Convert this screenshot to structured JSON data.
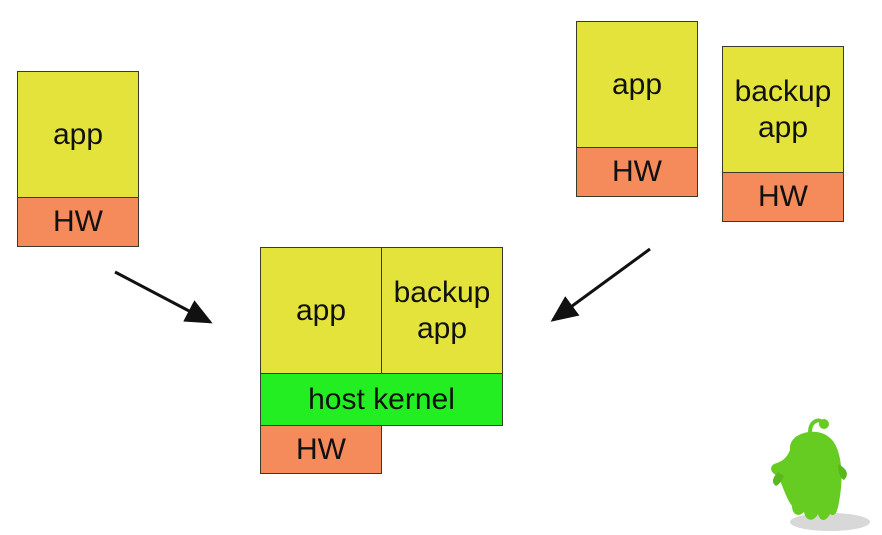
{
  "left_stack": {
    "app_label": "app",
    "hw_label": "HW"
  },
  "right_stack_primary": {
    "app_label": "app",
    "hw_label": "HW"
  },
  "right_stack_backup": {
    "app_label": "backup\napp",
    "hw_label": "HW"
  },
  "consolidated_stack": {
    "app_label": "app",
    "backup_label": "backup\napp",
    "kernel_label": "host kernel",
    "hw_label": "HW"
  },
  "colors": {
    "app": "#e3e33c",
    "hw": "#f58a5a",
    "kernel": "#22ee22",
    "mascot": "#66cc22"
  },
  "icons": {
    "mascot": "green-mascot-icon"
  }
}
